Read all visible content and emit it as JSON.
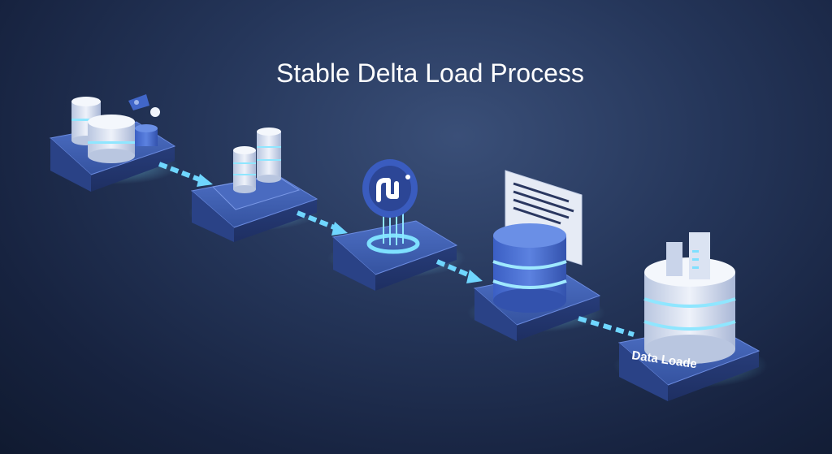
{
  "title": "Stable Delta Load Process",
  "stages": [
    {
      "name": "source-databases"
    },
    {
      "name": "staging-databases"
    },
    {
      "name": "sync-transform"
    },
    {
      "name": "delta-log-database"
    },
    {
      "name": "target-warehouse",
      "label": "Data Loade"
    }
  ],
  "colors": {
    "background": "#1b2947",
    "platform": "#3a5aa8",
    "accent_glow": "#7fe0ff",
    "arrow": "#6fd6ff",
    "text": "#ffffff"
  },
  "icons": [
    "database-icon",
    "telescope-icon",
    "sync-icon",
    "document-icon",
    "warehouse-icon"
  ]
}
